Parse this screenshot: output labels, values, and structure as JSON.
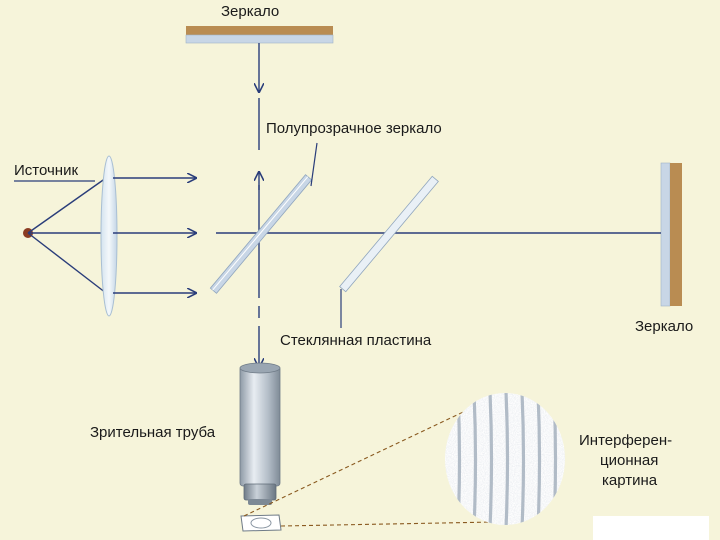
{
  "labels": {
    "mirror_top": "Зеркало",
    "semi_mirror": "Полупрозрачное зеркало",
    "source": "Источник",
    "mirror_right": "Зеркало",
    "glass_plate": "Стеклянная пластина",
    "telescope": "Зрительная труба",
    "pattern_line1": "Интерферен-",
    "pattern_line2": "ционная",
    "pattern_line3": "картина"
  },
  "colors": {
    "background": "#f6f4da",
    "beam": "#2a3d7a",
    "mirror_wood": "#b98c52",
    "mirror_glass": "#c8d6e6",
    "source": "#8a3b22",
    "pattern_link": "#8a5a20"
  }
}
